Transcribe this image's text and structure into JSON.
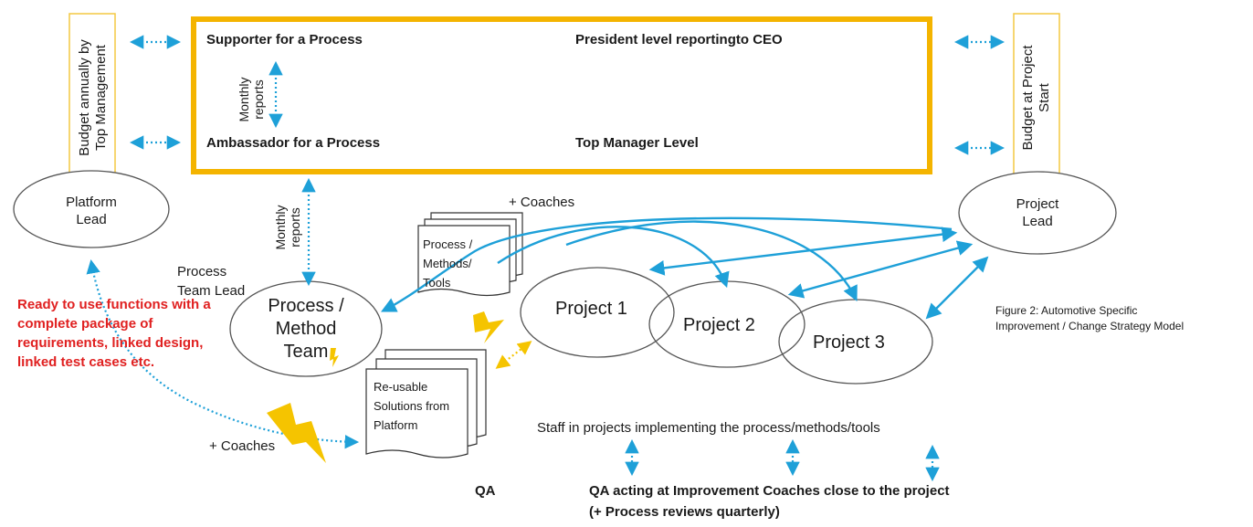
{
  "top_box": {
    "supporter": "Supporter for a Process",
    "president": "President level reportingto CEO",
    "ambassador": "Ambassador for a Process",
    "top_manager": "Top Manager Level",
    "monthly_reports": "Monthly\nreports"
  },
  "left": {
    "budget": "Budget annually by\nTop Management",
    "platform_lead": "Platform\nLead",
    "process_team_lead": "Process\nTeam Lead",
    "ready_to_use": "Ready to use functions with a complete package of requirements, linked design, linked test cases etc.",
    "coaches": "+ Coaches"
  },
  "center": {
    "monthly_reports": "Monthly\nreports",
    "process_method_team": "Process /\nMethod\nTeam",
    "process_methods_tools": "Process /\nMethods/\nTools",
    "coaches_top": "+ Coaches",
    "reusable_solutions": "Re-usable\nSolutions from\nPlatform"
  },
  "right": {
    "budget": "Budget at Project\nStart",
    "project_lead": "Project\nLead",
    "figure_caption": "Figure 2: Automotive Specific\nImprovement / Change Strategy Model"
  },
  "projects": [
    "Project 1",
    "Project 2",
    "Project 3"
  ],
  "bottom": {
    "staff": "Staff in projects implementing the process/methods/tools",
    "qa": "QA",
    "qa_acting": "QA acting at Improvement Coaches close to the project",
    "process_reviews": "(+ Process reviews quarterly)"
  },
  "colors": {
    "frame": "#f4b400",
    "arrow": "#1ea0d8",
    "lightning": "#f5c400",
    "red_text": "#e02020"
  }
}
